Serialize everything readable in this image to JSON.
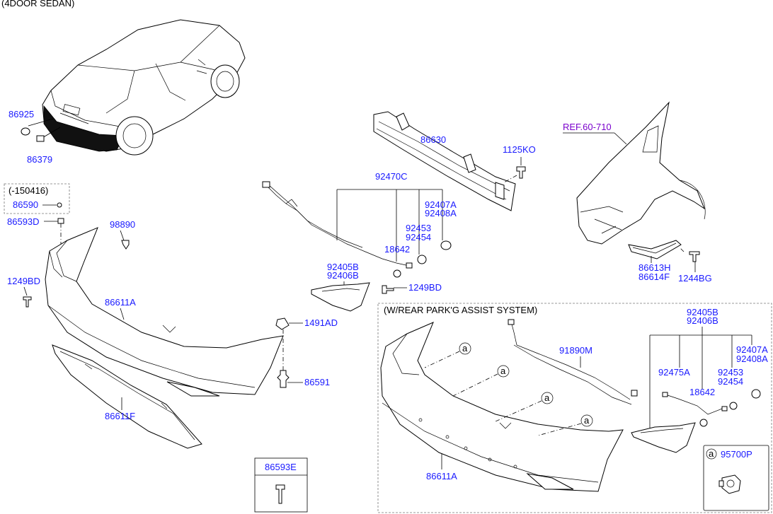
{
  "header": {
    "model_label": "(4DOOR SEDAN)"
  },
  "ref_label": "REF.60-710",
  "option_note": "(-150416)",
  "rear_park_assist_title": "(W/REAR PARK'G ASSIST SYSTEM)",
  "circle_marker": "a",
  "parts": {
    "p86925": "86925",
    "p86379": "86379",
    "p86590": "86590",
    "p86593D": "86593D",
    "p98890": "98890",
    "p1249BD_left": "1249BD",
    "p86611A_main": "86611A",
    "p86611F": "86611F",
    "p1491AD": "1491AD",
    "p86591": "86591",
    "p86593E": "86593E",
    "p86630": "86630",
    "p1125KO": "1125KO",
    "p92470C": "92470C",
    "p92407A_top": "92407A",
    "p92408A_top": "92408A",
    "p92453_top": "92453",
    "p92454_top": "92454",
    "p18642_top": "18642",
    "p92405B_top": "92405B",
    "p92406B_top": "92406B",
    "p1249BD_mid": "1249BD",
    "p86613H": "86613H",
    "p86614F": "86614F",
    "p1244BG": "1244BG",
    "p92405B_box": "92405B",
    "p92406B_box": "92406B",
    "p91890M": "91890M",
    "p92475A": "92475A",
    "p92407A_box": "92407A",
    "p92408A_box": "92408A",
    "p92453_box": "92453",
    "p92454_box": "92454",
    "p18642_box": "18642",
    "p86611A_box": "86611A",
    "p95700P": "95700P"
  }
}
